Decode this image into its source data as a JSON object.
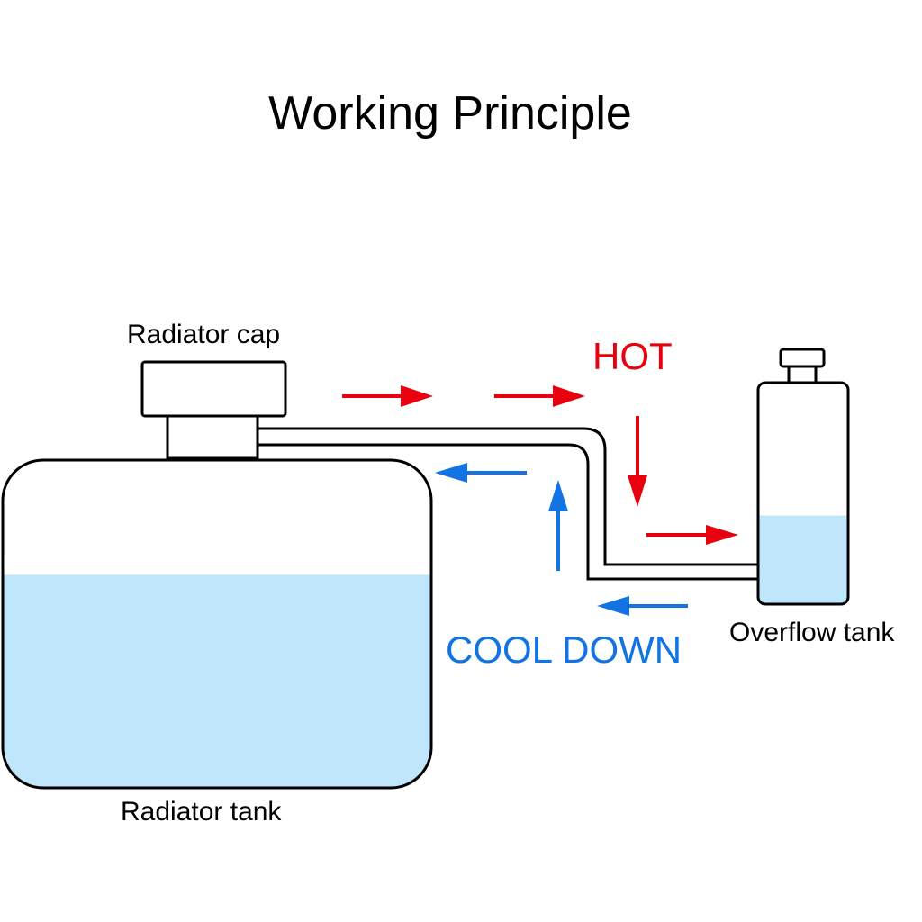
{
  "title": "Working Principle",
  "labels": {
    "radiator_cap": "Radiator cap",
    "radiator_tank": "Radiator tank",
    "overflow_tank": "Overflow tank",
    "hot": "HOT",
    "cool_down": "COOL DOWN"
  },
  "colors": {
    "hot": "#e8000f",
    "cool": "#1274e2",
    "coolant": "#c0e6fb",
    "outline": "#000000"
  },
  "levels": {
    "radiator_tank_fill_fraction": 0.65,
    "overflow_tank_fill_fraction": 0.4
  },
  "flow": {
    "hot_arrows": [
      "right",
      "right",
      "down",
      "right"
    ],
    "cool_arrows": [
      "left",
      "up",
      "left"
    ]
  }
}
